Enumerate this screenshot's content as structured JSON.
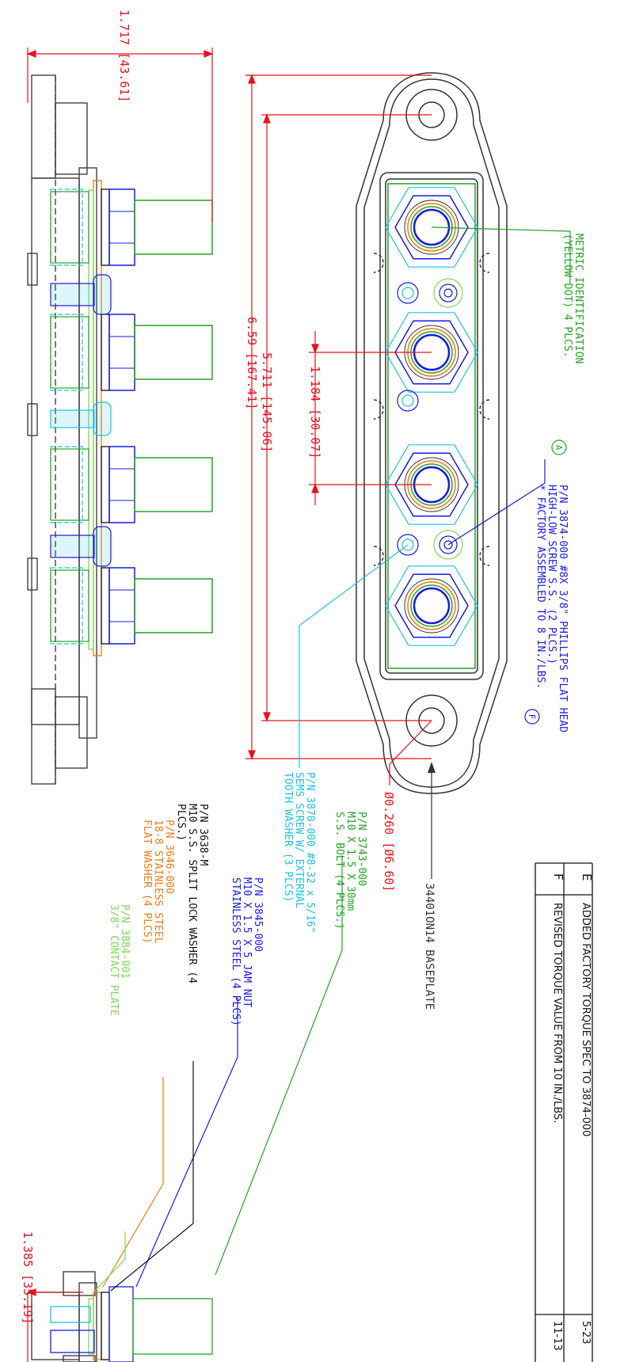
{
  "dimensions": {
    "overall_height": "1.717 [43.61]",
    "overall_length": "6.59 [167.41]",
    "mount_hole_spacing": "5.711 [145.06]",
    "stud_spacing": "1.184 [30.07]",
    "mount_hole_dia": "Ø0.260 [Ø6.60]",
    "assembly_height": "1.385 [35.19]"
  },
  "callouts": {
    "metric_id": {
      "line1": "METRIC IDENTIFICATION",
      "line2": "(YELLOW DOT) 4 PLCS.",
      "tag": "A"
    },
    "screw": {
      "line1": "P/N 3874-000 #8X 3/8\" PHILLIPS FLAT HEAD",
      "line2": "HIGH-LOW SCREW S.S. (2 PLCS.)",
      "line3": "* FACTORY ASSEMBLED TO 8 IN./LBS.",
      "tag": "F"
    },
    "baseplate": "34401ON14  BASEPLATE",
    "bolt": {
      "line1": "P/N 3743-000",
      "line2": "M10 X 1.5 X 30mm",
      "line3": "S.S. BOLT (4 PLCS.)"
    },
    "sems": {
      "line1": "P/N 3870-000 #8-32 x 5/16\"",
      "line2": "SEMS SCREW W/ EXTERNAL",
      "line3": "TOOTH WASHER (3 PLCS)"
    },
    "jam_nut": {
      "line1": "P/N 3845-000",
      "line2": "M10 X 1.5 X 5 JAM NUT",
      "line3": "STAINLESS STEEL (4 PLCS)"
    },
    "lock_washer": {
      "line1": "P/N 3638-M",
      "line2": "M10 S.S. SPLIT LOCK WASHER (4",
      "line3": "PLCS.)"
    },
    "flat_washer": {
      "line1": "P/N 3646-000",
      "line2": "18-8 STAINLESS STEEL",
      "line3": "FLAT WASHER (4 PLCS)"
    },
    "contact_plate": {
      "line1": "P/N 3884-001",
      "line2": "3/8\" CONTACT PLATE"
    }
  },
  "revisions": [
    {
      "rev": "E",
      "description": "ADDED FACTORY TORQUE SPEC TO 3874-000",
      "date": "5-23"
    },
    {
      "rev": "F",
      "description": "REVISED TORQUE VALUE FROM 10 IN./LBS.",
      "date": "11-13"
    }
  ],
  "colors": {
    "red": "#e8121e",
    "green": "#22a322",
    "blue": "#1a1ae0",
    "cyan": "#1cc2e6",
    "orange": "#f07a12",
    "light_green": "#7ed957",
    "black": "#111111",
    "gray": "#333333"
  }
}
